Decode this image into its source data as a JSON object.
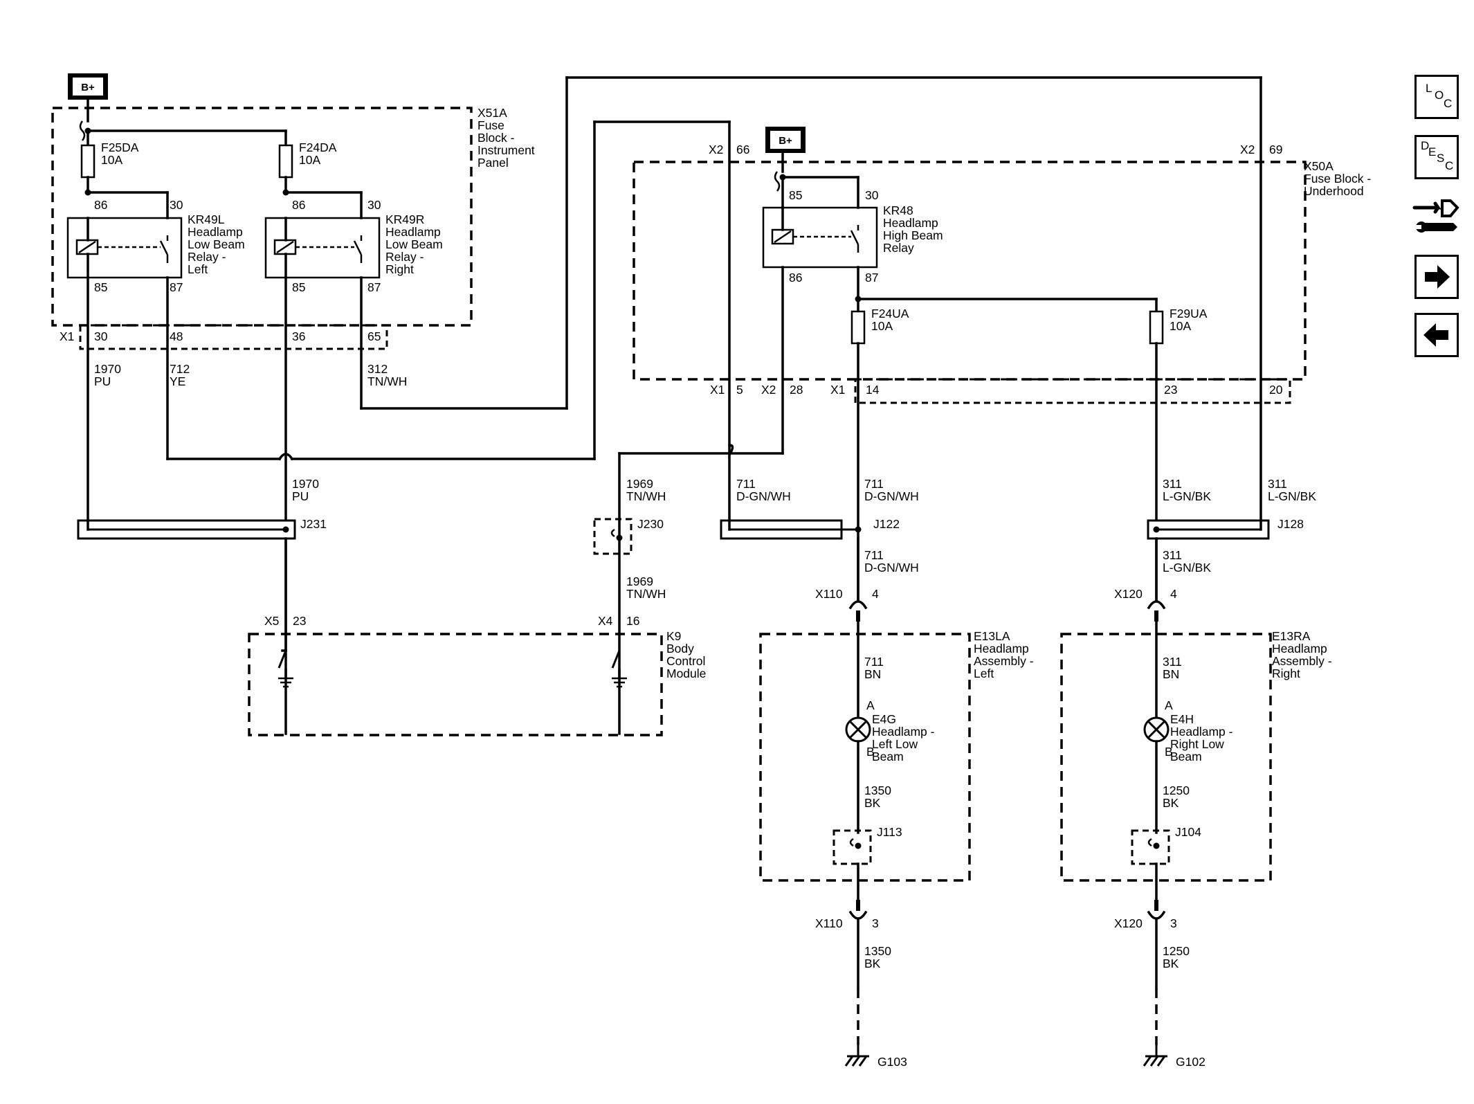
{
  "power": {
    "battery_label": "B+"
  },
  "fuse_blocks": {
    "ip": {
      "id": "X51A",
      "desc": [
        "Fuse",
        "Block -",
        "Instrument",
        "Panel"
      ]
    },
    "underhood": {
      "id": "X50A",
      "desc": [
        "Fuse Block -",
        "Underhood"
      ]
    }
  },
  "fuses": {
    "f25da": {
      "name": "F25DA",
      "rating": "10A"
    },
    "f24da": {
      "name": "F24DA",
      "rating": "10A"
    },
    "f24ua": {
      "name": "F24UA",
      "rating": "10A"
    },
    "f29ua": {
      "name": "F29UA",
      "rating": "10A"
    }
  },
  "relays": {
    "kr49l": {
      "id": "KR49L",
      "desc": [
        "Headlamp",
        "Low Beam",
        "Relay -",
        "Left"
      ]
    },
    "kr49r": {
      "id": "KR49R",
      "desc": [
        "Headlamp",
        "Low Beam",
        "Relay -",
        "Right"
      ]
    },
    "kr48": {
      "id": "KR48",
      "desc": [
        "Headlamp",
        "High Beam",
        "Relay"
      ]
    }
  },
  "pins": {
    "p86": "86",
    "p30": "30",
    "p85": "85",
    "p87": "87"
  },
  "connectors": {
    "x1": "X1",
    "x2": "X2",
    "x4": "X4",
    "x5": "X5",
    "x110": "X110",
    "x120": "X120",
    "c30": "30",
    "c48": "48",
    "c36": "36",
    "c65": "65",
    "c66": "66",
    "c69": "69",
    "c5": "5",
    "c28": "28",
    "c14": "14",
    "c23": "23",
    "c20": "20",
    "c16": "16",
    "c23b": "23",
    "c4": "4",
    "c3": "3"
  },
  "circuits": {
    "c1970": "1970",
    "c712": "712",
    "c312": "312",
    "c1969": "1969",
    "c711": "711",
    "c311": "311",
    "c1350": "1350",
    "c1250": "1250"
  },
  "wire_colors": {
    "pu": "PU",
    "ye": "YE",
    "tnwh": "TN/WH",
    "dgnwh": "D-GN/WH",
    "lgnbk": "L-GN/BK",
    "bn": "BN",
    "bk": "BK"
  },
  "splices": {
    "j231": "J231",
    "j230": "J230",
    "j122": "J122",
    "j128": "J128",
    "j113": "J113",
    "j104": "J104"
  },
  "modules": {
    "k9": {
      "id": "K9",
      "desc": [
        "Body",
        "Control",
        "Module"
      ]
    },
    "e13la": {
      "id": "E13LA",
      "desc": [
        "Headlamp",
        "Assembly -",
        "Left"
      ]
    },
    "e13ra": {
      "id": "E13RA",
      "desc": [
        "Headlamp",
        "Assembly -",
        "Right"
      ]
    }
  },
  "lamps": {
    "e4g": {
      "id": "E4G",
      "desc": [
        "Headlamp -",
        "Left Low",
        "Beam"
      ]
    },
    "e4h": {
      "id": "E4H",
      "desc": [
        "Headlamp -",
        "Right Low",
        "Beam"
      ]
    },
    "pin_a": "A",
    "pin_b": "B"
  },
  "grounds": {
    "g103": "G103",
    "g102": "G102"
  },
  "nav": {
    "loc": [
      "L",
      "O",
      "C"
    ],
    "desc": [
      "D",
      "E",
      "S",
      "C"
    ],
    "next_icon": "arrow-right-icon",
    "prev_icon": "arrow-left-icon",
    "connector_icon": "connector-wrench-icon"
  }
}
